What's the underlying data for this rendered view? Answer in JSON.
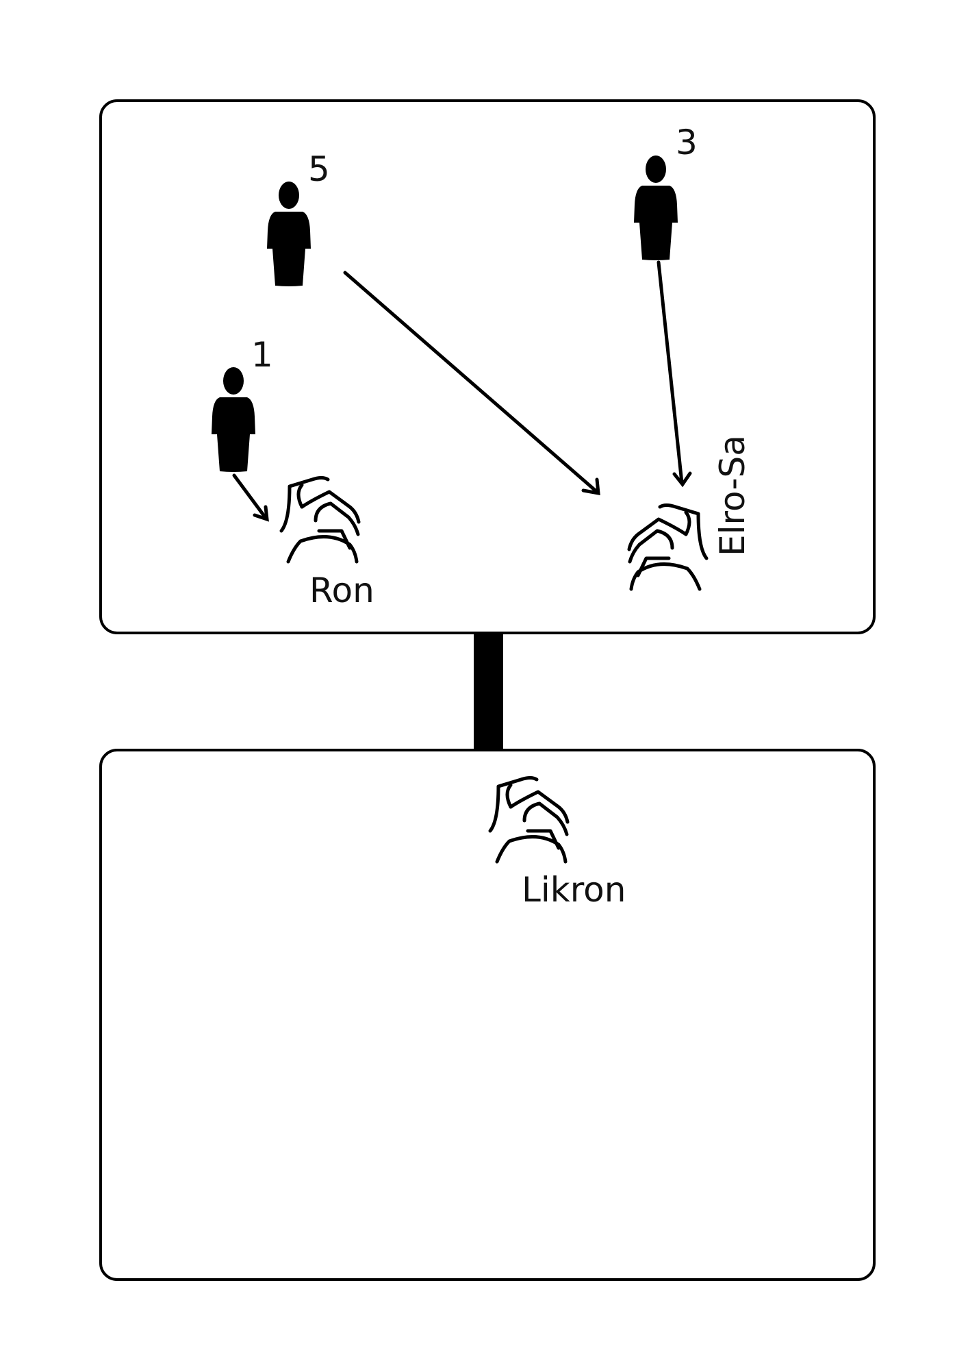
{
  "top_panel": {
    "persons": [
      {
        "number": "5"
      },
      {
        "number": "3"
      },
      {
        "number": "1"
      }
    ],
    "hands": [
      {
        "label": "Ron"
      },
      {
        "label": "Elro-Sa"
      }
    ]
  },
  "bottom_panel": {
    "hands": [
      {
        "label": "Likron"
      }
    ]
  }
}
